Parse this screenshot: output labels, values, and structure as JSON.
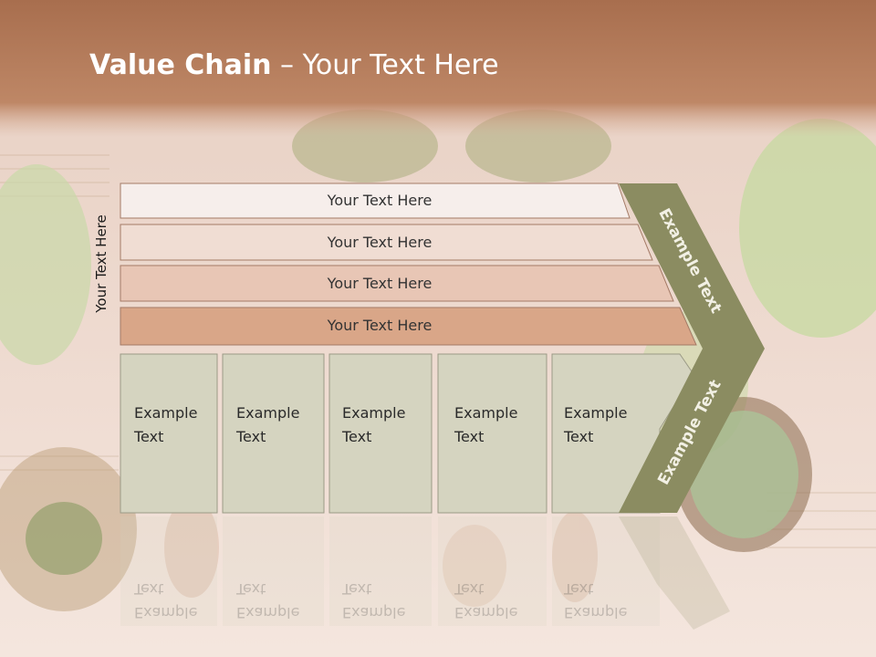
{
  "slide": {
    "title_bold": "Value Chain",
    "title_rest": " – Your Text Here",
    "side_label": "Your Text Here"
  },
  "support_rows": [
    {
      "label": "Your Text Here",
      "fill": "#f6eeeb"
    },
    {
      "label": "Your Text Here",
      "fill": "#f0ddd3"
    },
    {
      "label": "Your Text Here",
      "fill": "#e8c6b5"
    },
    {
      "label": "Your Text Here",
      "fill": "#d9a688"
    }
  ],
  "primary_boxes": [
    {
      "line1": "Example",
      "line2": "Text"
    },
    {
      "line1": "Example",
      "line2": "Text"
    },
    {
      "line1": "Example",
      "line2": "Text"
    },
    {
      "line1": "Example",
      "line2": "Text"
    },
    {
      "line1": "Example",
      "line2": "Text"
    }
  ],
  "arrow": {
    "upper_label": "Example Text",
    "lower_label": "Example Text",
    "fill": "#8b8c61"
  },
  "colors": {
    "title_bar": "#b57e5c",
    "box_fill": "#d5d4c0",
    "box_stroke": "#9b9a86"
  }
}
